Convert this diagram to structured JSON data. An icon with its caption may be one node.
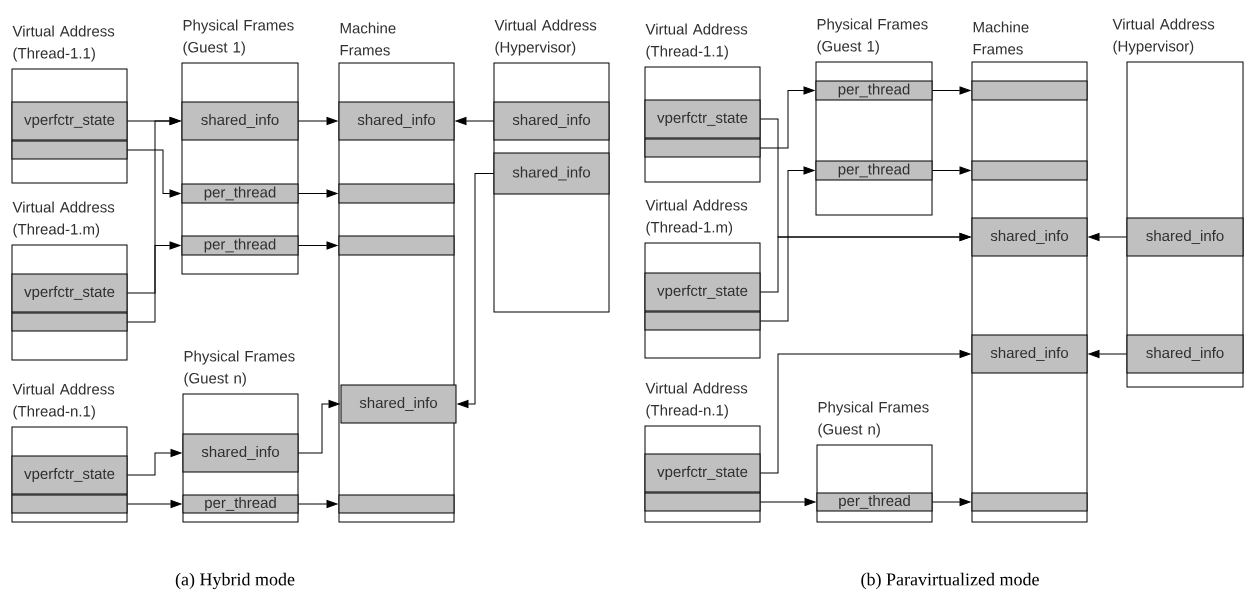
{
  "diagram": {
    "nodes": [
      {
        "text": [
          "Virtual Address (Thread-1.1)"
        ]
      },
      {
        "text": [
          "vperfctr_state"
        ],
        "in": 0
      },
      {
        "text": [],
        "shape": "bar",
        "in": 0
      },
      {
        "text": [
          "Virtual Address (Thread-1.m)"
        ]
      },
      {
        "text": [
          "vperfctr_state"
        ],
        "in": 3
      },
      {
        "text": [],
        "shape": "bar",
        "in": 3
      },
      {
        "text": [
          "Virtual Address (Thread-n.1)"
        ]
      },
      {
        "text": [
          "vperfctr_state"
        ],
        "in": 6
      },
      {
        "text": [],
        "shape": "bar",
        "in": 6
      },
      {
        "text": [
          "Physical Frames (Guest 1)"
        ]
      },
      {
        "text": [
          "shared_info"
        ],
        "in": 9
      },
      {
        "text": [
          "per_thread"
        ],
        "in": 9
      },
      {
        "text": [
          "per_thread"
        ],
        "in": 9
      },
      {
        "text": [
          "Physical Frames (Guest n)"
        ]
      },
      {
        "text": [
          "shared_info"
        ],
        "in": 13
      },
      {
        "text": [
          "per_thread"
        ],
        "in": 13
      },
      {
        "text": [
          "Machine Frames"
        ]
      },
      {
        "text": [
          "shared_info"
        ],
        "in": 16
      },
      {
        "text": [],
        "shape": "bar",
        "in": 16
      },
      {
        "text": [],
        "shape": "bar",
        "in": 16
      },
      {
        "text": [
          "shared_info"
        ],
        "in": 16
      },
      {
        "text": [],
        "shape": "bar",
        "in": 16
      },
      {
        "text": [
          "Virtual Address (Hypervisor)"
        ]
      },
      {
        "text": [
          "shared_info"
        ],
        "in": 22
      },
      {
        "text": [
          "shared_info"
        ],
        "in": 22
      },
      {
        "text": [
          "Virtual Address (Thread-1.1)"
        ]
      },
      {
        "text": [
          "vperfctr_state"
        ],
        "in": 25
      },
      {
        "text": [],
        "shape": "bar",
        "in": 25
      },
      {
        "text": [
          "Virtual Address (Thread-1.m)"
        ]
      },
      {
        "text": [
          "vperfctr_state"
        ],
        "in": 28
      },
      {
        "text": [],
        "shape": "bar",
        "in": 28
      },
      {
        "text": [
          "Virtual Address (Thread-n.1)"
        ]
      },
      {
        "text": [
          "vperfctr_state"
        ],
        "in": 31
      },
      {
        "text": [],
        "shape": "bar",
        "in": 31
      },
      {
        "text": [
          "Physical Frames (Guest 1)"
        ]
      },
      {
        "text": [
          "per_thread"
        ],
        "in": 34
      },
      {
        "text": [
          "per_thread"
        ],
        "in": 34
      },
      {
        "text": [
          "Physical Frames (Guest n)"
        ]
      },
      {
        "text": [
          "per_thread"
        ],
        "in": 37
      },
      {
        "text": [
          "Machine Frames"
        ]
      },
      {
        "text": [],
        "shape": "bar",
        "in": 39
      },
      {
        "text": [],
        "shape": "bar",
        "in": 39
      },
      {
        "text": [
          "shared_info"
        ],
        "in": 39
      },
      {
        "text": [
          "shared_info"
        ],
        "in": 39
      },
      {
        "text": [],
        "shape": "bar",
        "in": 39
      },
      {
        "text": [
          "Virtual Address (Hypervisor)"
        ]
      },
      {
        "text": [
          "shared_info"
        ],
        "in": 45
      },
      {
        "text": [
          "shared_info"
        ],
        "in": 45
      }
    ],
    "edges": [
      {
        "from": 1,
        "to": 10,
        "arrow": "to"
      },
      {
        "from": 4,
        "to": 10,
        "arrow": "to"
      },
      {
        "from": 5,
        "to": 12,
        "arrow": "to"
      },
      {
        "from": 2,
        "to": 11,
        "arrow": "to"
      },
      {
        "from": 10,
        "to": 17,
        "arrow": "to"
      },
      {
        "from": 11,
        "to": 18,
        "arrow": "to"
      },
      {
        "from": 12,
        "to": 19,
        "arrow": "to"
      },
      {
        "from": 23,
        "to": 17,
        "arrow": "to"
      },
      {
        "from": 24,
        "to": 20,
        "arrow": "to"
      },
      {
        "from": 7,
        "to": 14,
        "arrow": "to"
      },
      {
        "from": 14,
        "to": 20,
        "arrow": "to"
      },
      {
        "from": 8,
        "to": 15,
        "arrow": "to"
      },
      {
        "from": 15,
        "to": 21,
        "arrow": "to"
      },
      {
        "from": 26,
        "to": 42,
        "arrow": "to"
      },
      {
        "from": 29,
        "to": 42,
        "arrow": "to"
      },
      {
        "from": 27,
        "to": 35,
        "arrow": "to"
      },
      {
        "from": 30,
        "to": 36,
        "arrow": "to"
      },
      {
        "from": 35,
        "to": 40,
        "arrow": "to"
      },
      {
        "from": 36,
        "to": 41,
        "arrow": "to"
      },
      {
        "from": 46,
        "to": 42,
        "arrow": "to"
      },
      {
        "from": 47,
        "to": 43,
        "arrow": "to"
      },
      {
        "from": 32,
        "to": 43,
        "arrow": "to"
      },
      {
        "from": 33,
        "to": 38,
        "arrow": "to"
      },
      {
        "from": 38,
        "to": 44,
        "arrow": "to"
      }
    ],
    "labels": [
      "(a) Hybrid mode",
      "(b) Paravirtualized mode"
    ]
  }
}
